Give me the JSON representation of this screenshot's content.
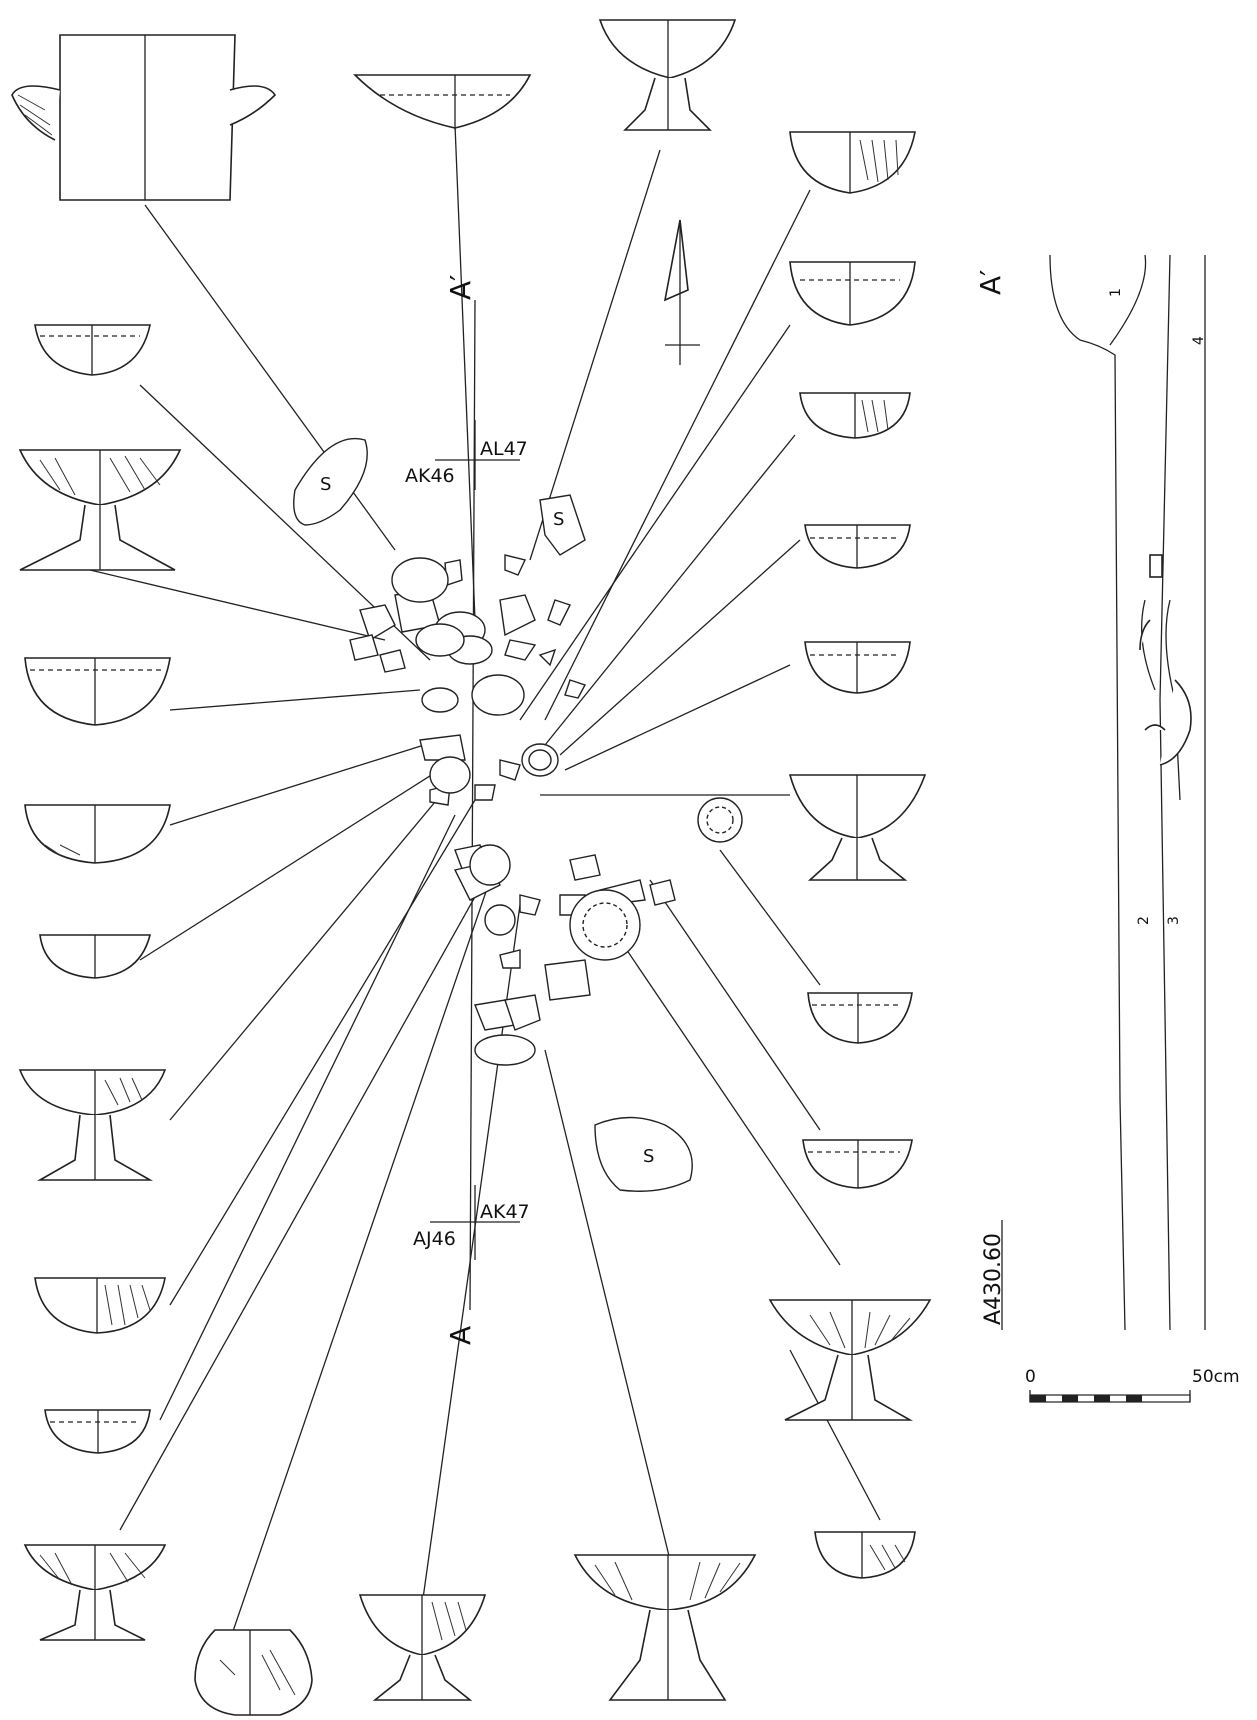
{
  "labels": {
    "section_top": "A′",
    "section_right": "A′",
    "section_bottom": "A",
    "grid_upper_right": "AL47",
    "grid_upper_left": "AK46",
    "grid_lower_right": "AK47",
    "grid_lower_left": "AJ46",
    "stone_1": "S",
    "stone_2": "S",
    "stone_3": "S",
    "layer_1": "1",
    "layer_2": "2",
    "layer_3": "3",
    "layer_4": "4",
    "elevation": "A430.60",
    "scale_zero": "0",
    "scale_max": "50cm"
  },
  "vessels": [
    {
      "id": "jar-top-left",
      "kind": "jar"
    },
    {
      "id": "bowl-top-center",
      "kind": "shallow-bowl"
    },
    {
      "id": "cup-top",
      "kind": "stemmed-cup"
    },
    {
      "id": "bowl-r1",
      "kind": "bowl"
    },
    {
      "id": "bowl-r2",
      "kind": "bowl"
    },
    {
      "id": "bowl-r3",
      "kind": "bowl"
    },
    {
      "id": "bowl-r4",
      "kind": "bowl"
    },
    {
      "id": "bowl-r5",
      "kind": "bowl"
    },
    {
      "id": "cup-r6",
      "kind": "stemmed-cup"
    },
    {
      "id": "bowl-r7",
      "kind": "bowl"
    },
    {
      "id": "bowl-r8",
      "kind": "bowl"
    },
    {
      "id": "dish-r9",
      "kind": "stemmed-dish"
    },
    {
      "id": "bowl-r10",
      "kind": "bowl"
    },
    {
      "id": "bowl-l1",
      "kind": "bowl"
    },
    {
      "id": "dish-l2",
      "kind": "stemmed-dish"
    },
    {
      "id": "bowl-l3",
      "kind": "bowl"
    },
    {
      "id": "bowl-l4",
      "kind": "bowl"
    },
    {
      "id": "bowl-l5",
      "kind": "bowl"
    },
    {
      "id": "dish-l6",
      "kind": "stemmed-dish"
    },
    {
      "id": "bowl-l7",
      "kind": "bowl"
    },
    {
      "id": "bowl-l8",
      "kind": "bowl"
    },
    {
      "id": "dish-l9",
      "kind": "stemmed-dish"
    },
    {
      "id": "pot-b1",
      "kind": "jar"
    },
    {
      "id": "cup-b2",
      "kind": "stemmed-cup"
    },
    {
      "id": "dish-b3",
      "kind": "stemmed-dish"
    }
  ]
}
